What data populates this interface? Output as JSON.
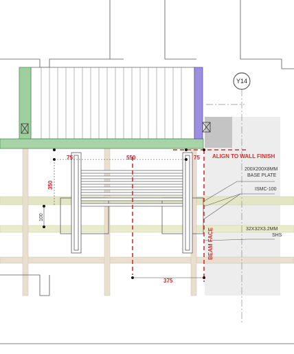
{
  "grid_tag": "Y14",
  "dimensions": {
    "left_offset": "75",
    "span": "550",
    "right_offset": "75",
    "vertical_upper": "350",
    "vertical_lower": "100",
    "bottom_span": "375"
  },
  "notes": {
    "align_to_wall_finish": "ALIGN TO WALL FINISH",
    "base_plate_line1": "200X200X8MM",
    "base_plate_line2": "BASE PLATE",
    "ismc": "ISMC-100",
    "shs_line1": "32X32X3.2MM",
    "shs_line2": "SHS",
    "beam_face": "BEAM FACE"
  },
  "colors": {
    "wall_green": "#9fcf9f",
    "wall_purple": "#9d8fe0",
    "dim_red": "#c62828",
    "beam_tan": "#e9dccb",
    "beam_olive": "#dfe6c8",
    "shade_grey": "#bdbdbd"
  }
}
